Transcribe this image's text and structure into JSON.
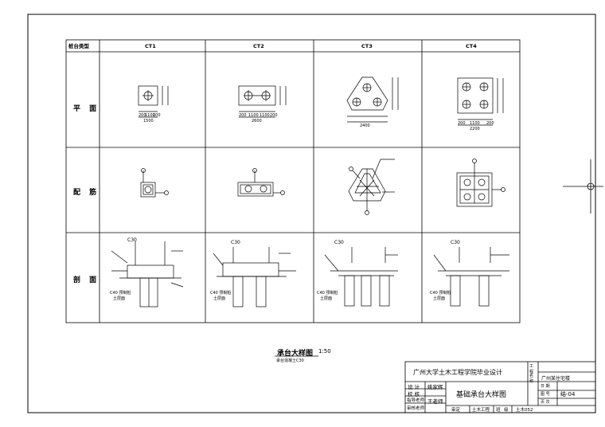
{
  "table": {
    "corner_label": "桩台类型",
    "columns": [
      "CT1",
      "CT2",
      "CT3",
      "CT4"
    ],
    "rows": [
      "平 面",
      "配 筋",
      "剖 面"
    ],
    "plan_dims": {
      "ct1": [
        "200",
        "1100",
        "200",
        "1500"
      ],
      "ct2": [
        "200",
        "1100",
        "1100",
        "200",
        "2600"
      ],
      "ct3": [
        "2400"
      ],
      "ct4": [
        "200",
        "1100",
        "200",
        "2200"
      ]
    },
    "section_labels": {
      "concrete": "C30",
      "pile_note": "C40 预制桩",
      "soil": "土层面"
    }
  },
  "caption": {
    "title": "承台大样图",
    "scale": "1:50",
    "note": "承台混凝土C30"
  },
  "title_block": {
    "school": "广州大学土木工程学院毕业设计",
    "project_label": "工 程",
    "project_label2": "名 称",
    "project_value": "广州某住宅楼",
    "design_label": "设 计",
    "design_value": "姚家辉",
    "check_label": "校 核",
    "review_label": "指导老师",
    "review_value": "王老师",
    "approve_label": "审核老师",
    "drawing_title": "基础承台大样图",
    "no_label": "图 号",
    "no_value": "结-04",
    "page_label": "页 次",
    "date_label": "日 期",
    "bottom_row": [
      "审定",
      "土木工程",
      "班",
      "级",
      "土木052"
    ]
  }
}
